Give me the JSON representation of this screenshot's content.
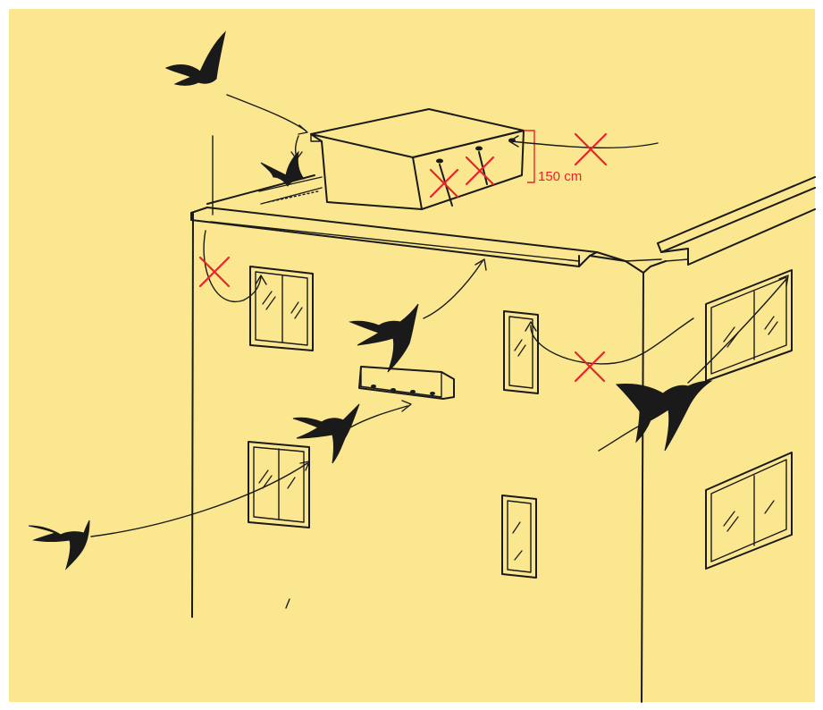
{
  "colors": {
    "background": "#fbe78f",
    "border": "#ffffff",
    "ink": "#1a1a1a",
    "forbidden": "#e8232a"
  },
  "annotations": {
    "height_label": "150 cm"
  },
  "icons": [
    "swift-bird",
    "flight-arrow",
    "cross-mark",
    "nest-box",
    "rooftop-box"
  ]
}
